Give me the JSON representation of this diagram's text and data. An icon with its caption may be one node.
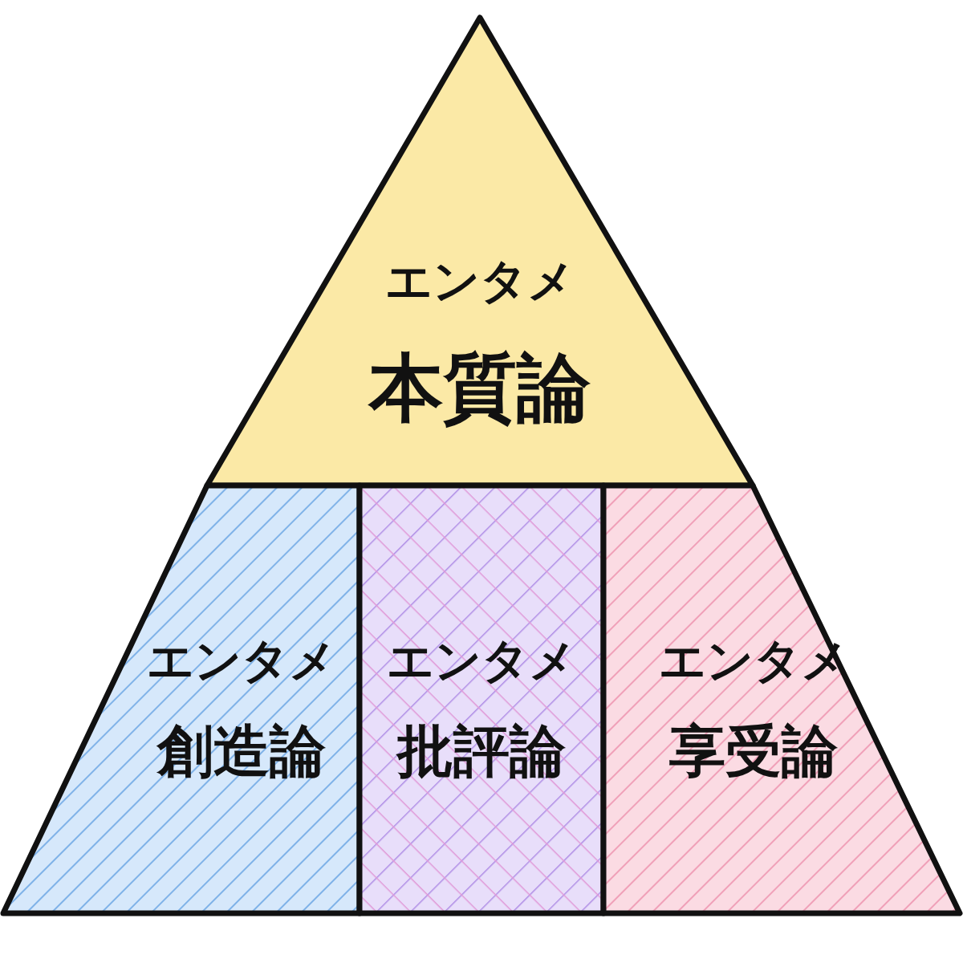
{
  "diagram": {
    "nodes": [
      {
        "text": [
          "エンタメ",
          "本質論"
        ]
      },
      {
        "text": [
          "エンタメ",
          "創造論"
        ]
      },
      {
        "text": [
          "エンタメ",
          "批評論"
        ]
      },
      {
        "text": [
          "エンタメ",
          "享受論"
        ]
      }
    ]
  }
}
